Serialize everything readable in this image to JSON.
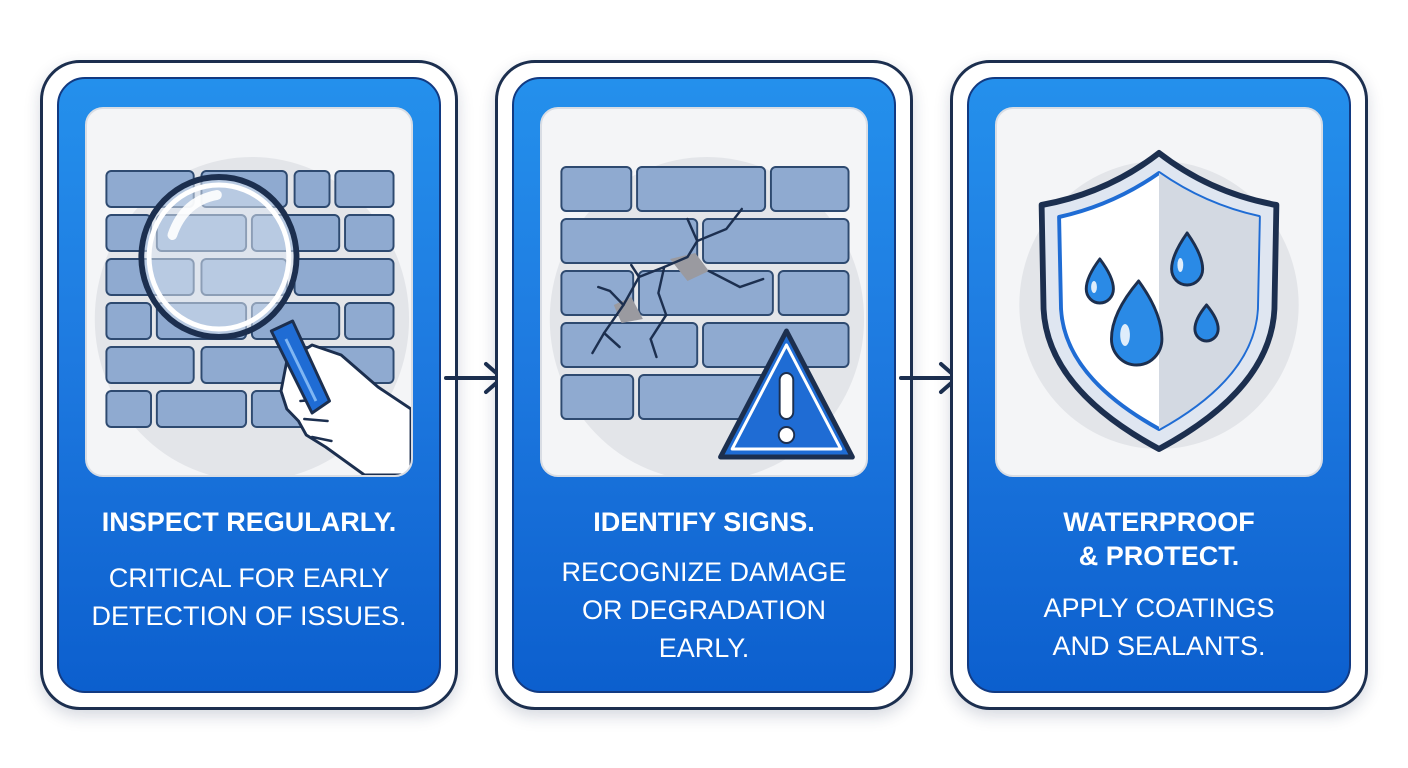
{
  "steps": [
    {
      "title": "INSPECT REGULARLY.",
      "description": "CRITICAL FOR EARLY DETECTION OF ISSUES.",
      "icon": "magnifier-brick-wall-icon"
    },
    {
      "title": "IDENTIFY SIGNS.",
      "description": "RECOGNIZE DAMAGE OR DEGRADATION EARLY.",
      "icon": "cracked-wall-warning-icon"
    },
    {
      "title": "WATERPROOF & PROTECT.",
      "description": "APPLY COATINGS AND SEALANTS.",
      "icon": "shield-water-drops-icon"
    }
  ],
  "colors": {
    "card_gradient_top": "#2490ec",
    "card_gradient_bottom": "#0c5fce",
    "outline": "#1c2f4f",
    "brick": "#8faad0",
    "panel_bg": "#f4f5f7"
  }
}
